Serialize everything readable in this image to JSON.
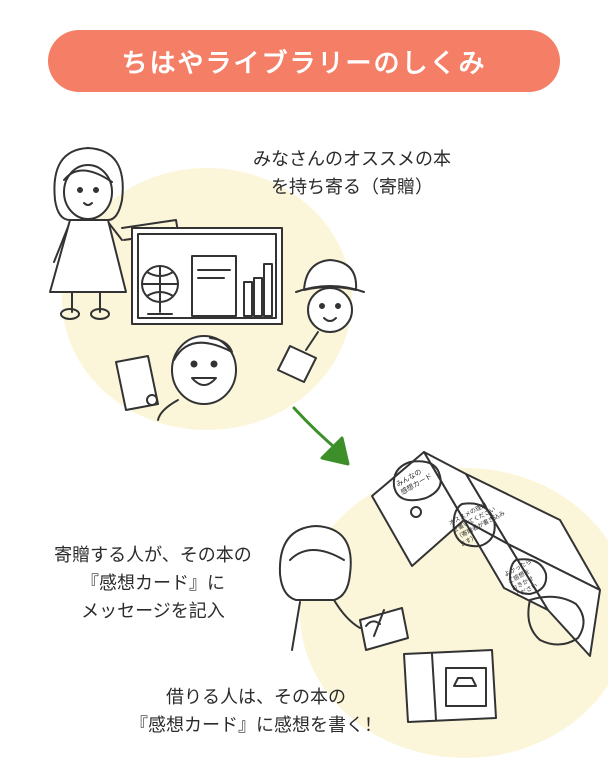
{
  "header": {
    "title": "ちはやライブラリーのしくみ"
  },
  "steps": [
    {
      "lines": [
        "みなさんのオススメの本",
        "を持ち寄る（寄贈）"
      ]
    },
    {
      "lines": [
        "寄贈する人が、その本の",
        "『感想カード』に",
        "メッセージを記入"
      ]
    },
    {
      "lines": [
        "借りる人は、その本の",
        "『感想カード』に感想を書く！"
      ]
    }
  ],
  "card": {
    "panel1": "みんなの\n感想カード",
    "panel2": "オススメの理由\nを書いてください\n（寄贈者が書き込みます）",
    "panel3": "よかったら\nご感想を\nおきかせ\nください"
  },
  "colors": {
    "header": "#f47f66",
    "blob": "#fbf6d9",
    "arrow": "#3d8f2a"
  }
}
